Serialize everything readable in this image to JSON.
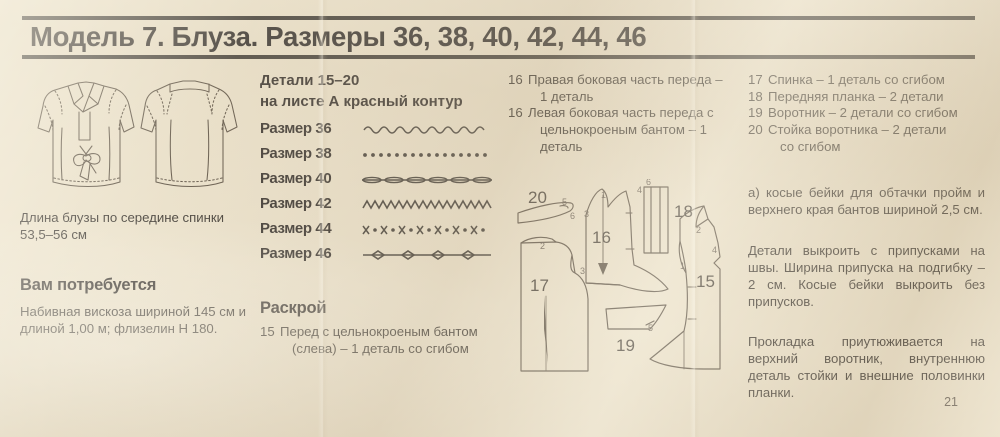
{
  "header": {
    "title": "Модель 7. Блуза. Размеры 36, 38, 40, 42, 44, 46"
  },
  "left_column": {
    "illustration_name": "blouse-front-and-back-illustration",
    "length_note": "Длина блузы по середине спинки 53,5–56 см",
    "requirements_heading": "Вам потребуется",
    "requirements_text": "Набивная вискоза шириной 145 см и длиной 1,00 м; флизелин Н 180."
  },
  "sheet_column": {
    "parts_line": "Детали 15–20",
    "sheet_line": "на листе А красный контур",
    "sizes": [
      {
        "label": "Размер 36",
        "line_style": "wave"
      },
      {
        "label": "Размер 38",
        "line_style": "dots"
      },
      {
        "label": "Размер 40",
        "line_style": "chain"
      },
      {
        "label": "Размер 42",
        "line_style": "zigzag"
      },
      {
        "label": "Размер 44",
        "line_style": "x-dot"
      },
      {
        "label": "Размер 46",
        "line_style": "diamond"
      }
    ],
    "cutting_heading": "Раскрой",
    "cut_item_15": {
      "num": "15",
      "line1": "Перед с цельнокроеным бантом",
      "line2": "(слева) – 1 деталь со сгибом"
    }
  },
  "parts_column": {
    "cut_item_16a": {
      "num": "16",
      "line1": "Правая боковая часть переда –",
      "line2": "1 деталь"
    },
    "cut_item_16b": {
      "num": "16",
      "line1": "Левая боковая часть переда с",
      "line2": "цельнокроеным бантом – 1 деталь"
    },
    "diagram_name": "pattern-pieces-layout-diagram",
    "piece_labels": [
      "20",
      "17",
      "16",
      "18",
      "19",
      "15"
    ],
    "notch_marks": [
      "5",
      "6",
      "2",
      "3",
      "1",
      "4",
      "5",
      "6",
      "1",
      "2",
      "4",
      "3",
      "5"
    ]
  },
  "notes_column": {
    "cut_item_17": {
      "num": "17",
      "text": "Спинка – 1 деталь со сгибом"
    },
    "cut_item_18": {
      "num": "18",
      "text": "Передняя планка – 2 детали"
    },
    "cut_item_19": {
      "num": "19",
      "text": "Воротник – 2 детали со сгибом"
    },
    "cut_item_20": {
      "num": "20",
      "line1": "Стойка воротника – 2 детали",
      "line2": "со сгибом"
    },
    "note_a": "а) косые бейки для обтачки пройм и верхнего края бантов шириной 2,5 см.",
    "note_seam": "Детали выкроить с припусками на швы. Ширина припуска на подгибку – 2 см. Косые бейки выкроить без припусков.",
    "note_interfacing": "Прокладка приутюживается на верхний воротник, внутреннюю деталь стойки и внешние половинки планки."
  },
  "footer": {
    "page_number": "21"
  }
}
